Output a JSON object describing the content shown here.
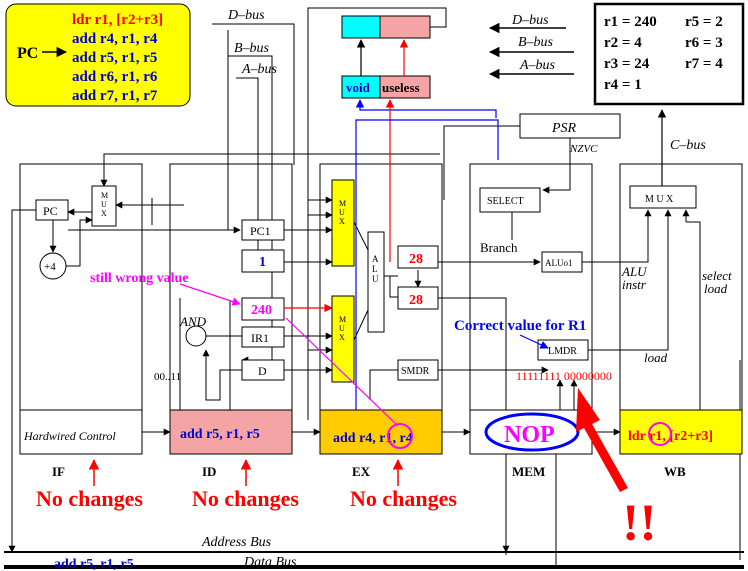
{
  "program": {
    "pc_label": "PC",
    "instructions": [
      "ldr r1, [r2+r3]",
      "add r4, r1, r4",
      "add r5, r1, r5",
      "add r6, r1, r6",
      "add r7, r1, r7"
    ],
    "highlight_color": "#ff0000",
    "normal_color": "#0000cc"
  },
  "registers": {
    "left": [
      "r1 = 240",
      "r2 = 4",
      "r3 = 24",
      "r4 = 1"
    ],
    "right": [
      "r5 = 2",
      "r6 = 3",
      "r7 = 4"
    ]
  },
  "buses": {
    "d_bus": "D–bus",
    "b_bus": "B–bus",
    "a_bus": "A–bus",
    "c_bus": "C–bus",
    "address_bus": "Address Bus",
    "data_bus": "Data Bus"
  },
  "top_boxes": {
    "void": "void",
    "useless": "useless"
  },
  "psr": {
    "label": "PSR",
    "flags": "NZVC"
  },
  "components": {
    "pc": "PC",
    "mux_vertical": "M\nU\nX",
    "plus4": "+4",
    "pc1": "PC1",
    "one": "1",
    "reg240": "240",
    "ir1": "IR1",
    "d": "D",
    "and": "AND",
    "zero_eleven": "00..11",
    "alu_vertical": "A\nL\nU",
    "val28_top": "28",
    "val28_bottom": "28",
    "smdr": "SMDR",
    "select": "SELECT",
    "branch": "Branch",
    "aluo1": "ALUo1",
    "lmdr": "LMDR",
    "binary": "11111111 00000000",
    "mux_horizontal": "M U X",
    "alu_instr": "ALU\ninstr",
    "select_load": "select\nload",
    "load": "load"
  },
  "stages": {
    "if": {
      "content": "Hardwired Control",
      "label": "IF",
      "color": "#ffffff"
    },
    "id": {
      "content": "add r5, r1, r5",
      "label": "ID",
      "color": "#f4a4a4"
    },
    "ex": {
      "content": "add r4, r1, r4",
      "label": "EX",
      "color": "#ffcc00"
    },
    "mem": {
      "content": "NOP",
      "label": "MEM",
      "color": "#ffffff"
    },
    "wb": {
      "content": "ldr r1, [r2+r3]",
      "label": "WB",
      "color": "#ffff00"
    }
  },
  "annotations": {
    "still_wrong": "still  wrong value",
    "correct_value": "Correct value for R1",
    "no_changes": [
      "No changes",
      "No changes",
      "No changes"
    ],
    "exclaim": "!!",
    "data_bus_value": "add r5, r1, r5"
  },
  "colors": {
    "cyan": "#00ffff",
    "pink": "#f4a4a4",
    "yellow_box": "#ffff00",
    "red": "#ff0000",
    "blue": "#0000ff",
    "magenta": "#ff00ff"
  }
}
